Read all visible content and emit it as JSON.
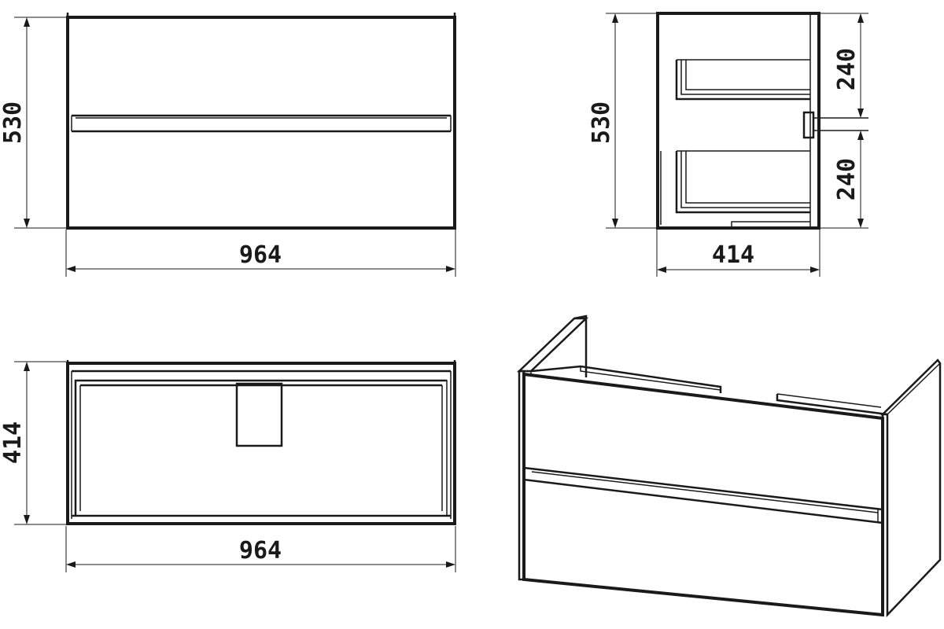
{
  "views": {
    "front": {
      "width_label": "964",
      "height_label": "530"
    },
    "side": {
      "width_label": "414",
      "height_label": "530",
      "drawer_top_label": "240",
      "drawer_bottom_label": "240"
    },
    "top": {
      "width_label": "964",
      "depth_label": "414"
    }
  }
}
